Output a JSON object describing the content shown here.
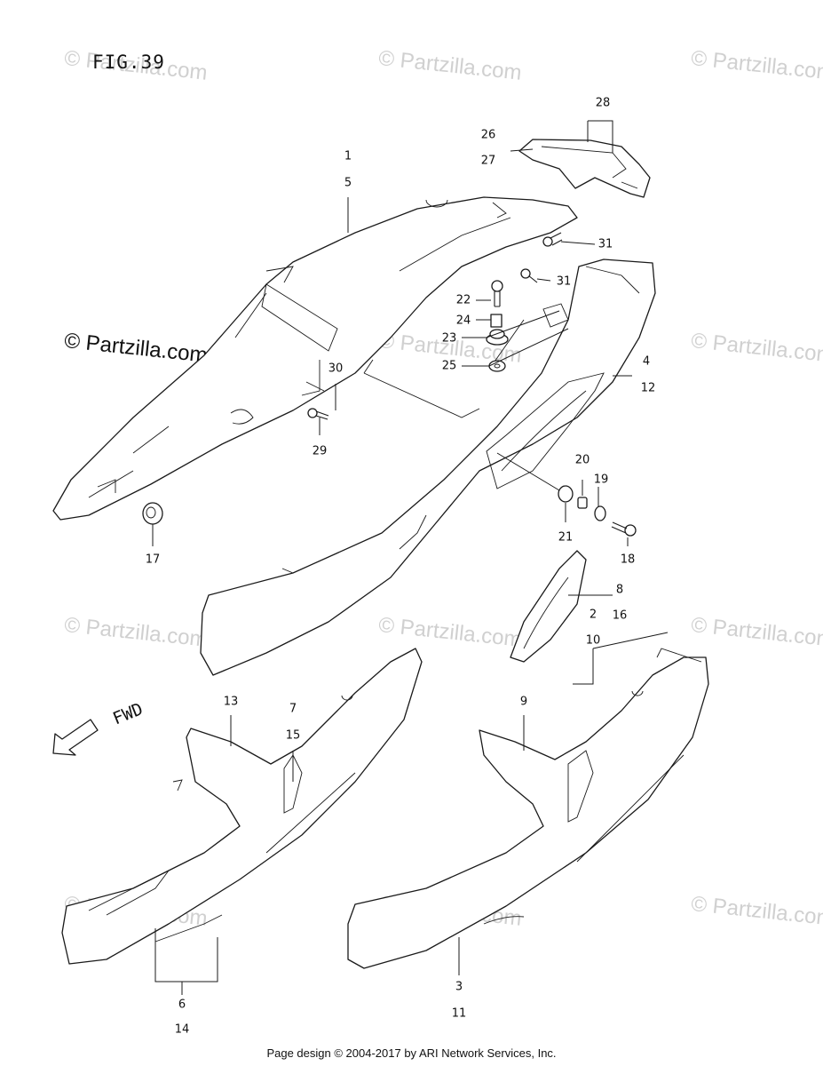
{
  "figure": {
    "title": "FIG.39"
  },
  "direction": {
    "label": "FWD"
  },
  "watermarks": {
    "text": "© Partzilla.com",
    "strong_text": "© Partzilla.com"
  },
  "callouts": {
    "c1": "1",
    "c5": "5",
    "c26": "26",
    "c27": "27",
    "c28": "28",
    "c31a": "31",
    "c31b": "31",
    "c22": "22",
    "c24": "24",
    "c23": "23",
    "c25": "25",
    "c4": "4",
    "c12": "12",
    "c30": "30",
    "c29": "29",
    "c20": "20",
    "c19": "19",
    "c21": "21",
    "c18": "18",
    "c17": "17",
    "c8": "8",
    "c16": "16",
    "c2": "2",
    "c10": "10",
    "c13": "13",
    "c7": "7",
    "c15": "15",
    "c9": "9",
    "c6": "6",
    "c14": "14",
    "c3": "3",
    "c11": "11"
  },
  "footer": {
    "text": "Page design © 2004-2017 by ARI Network Services, Inc."
  },
  "colors": {
    "ink": "#1a1a1a",
    "watermark": "#d0d0d0",
    "background": "#ffffff"
  }
}
